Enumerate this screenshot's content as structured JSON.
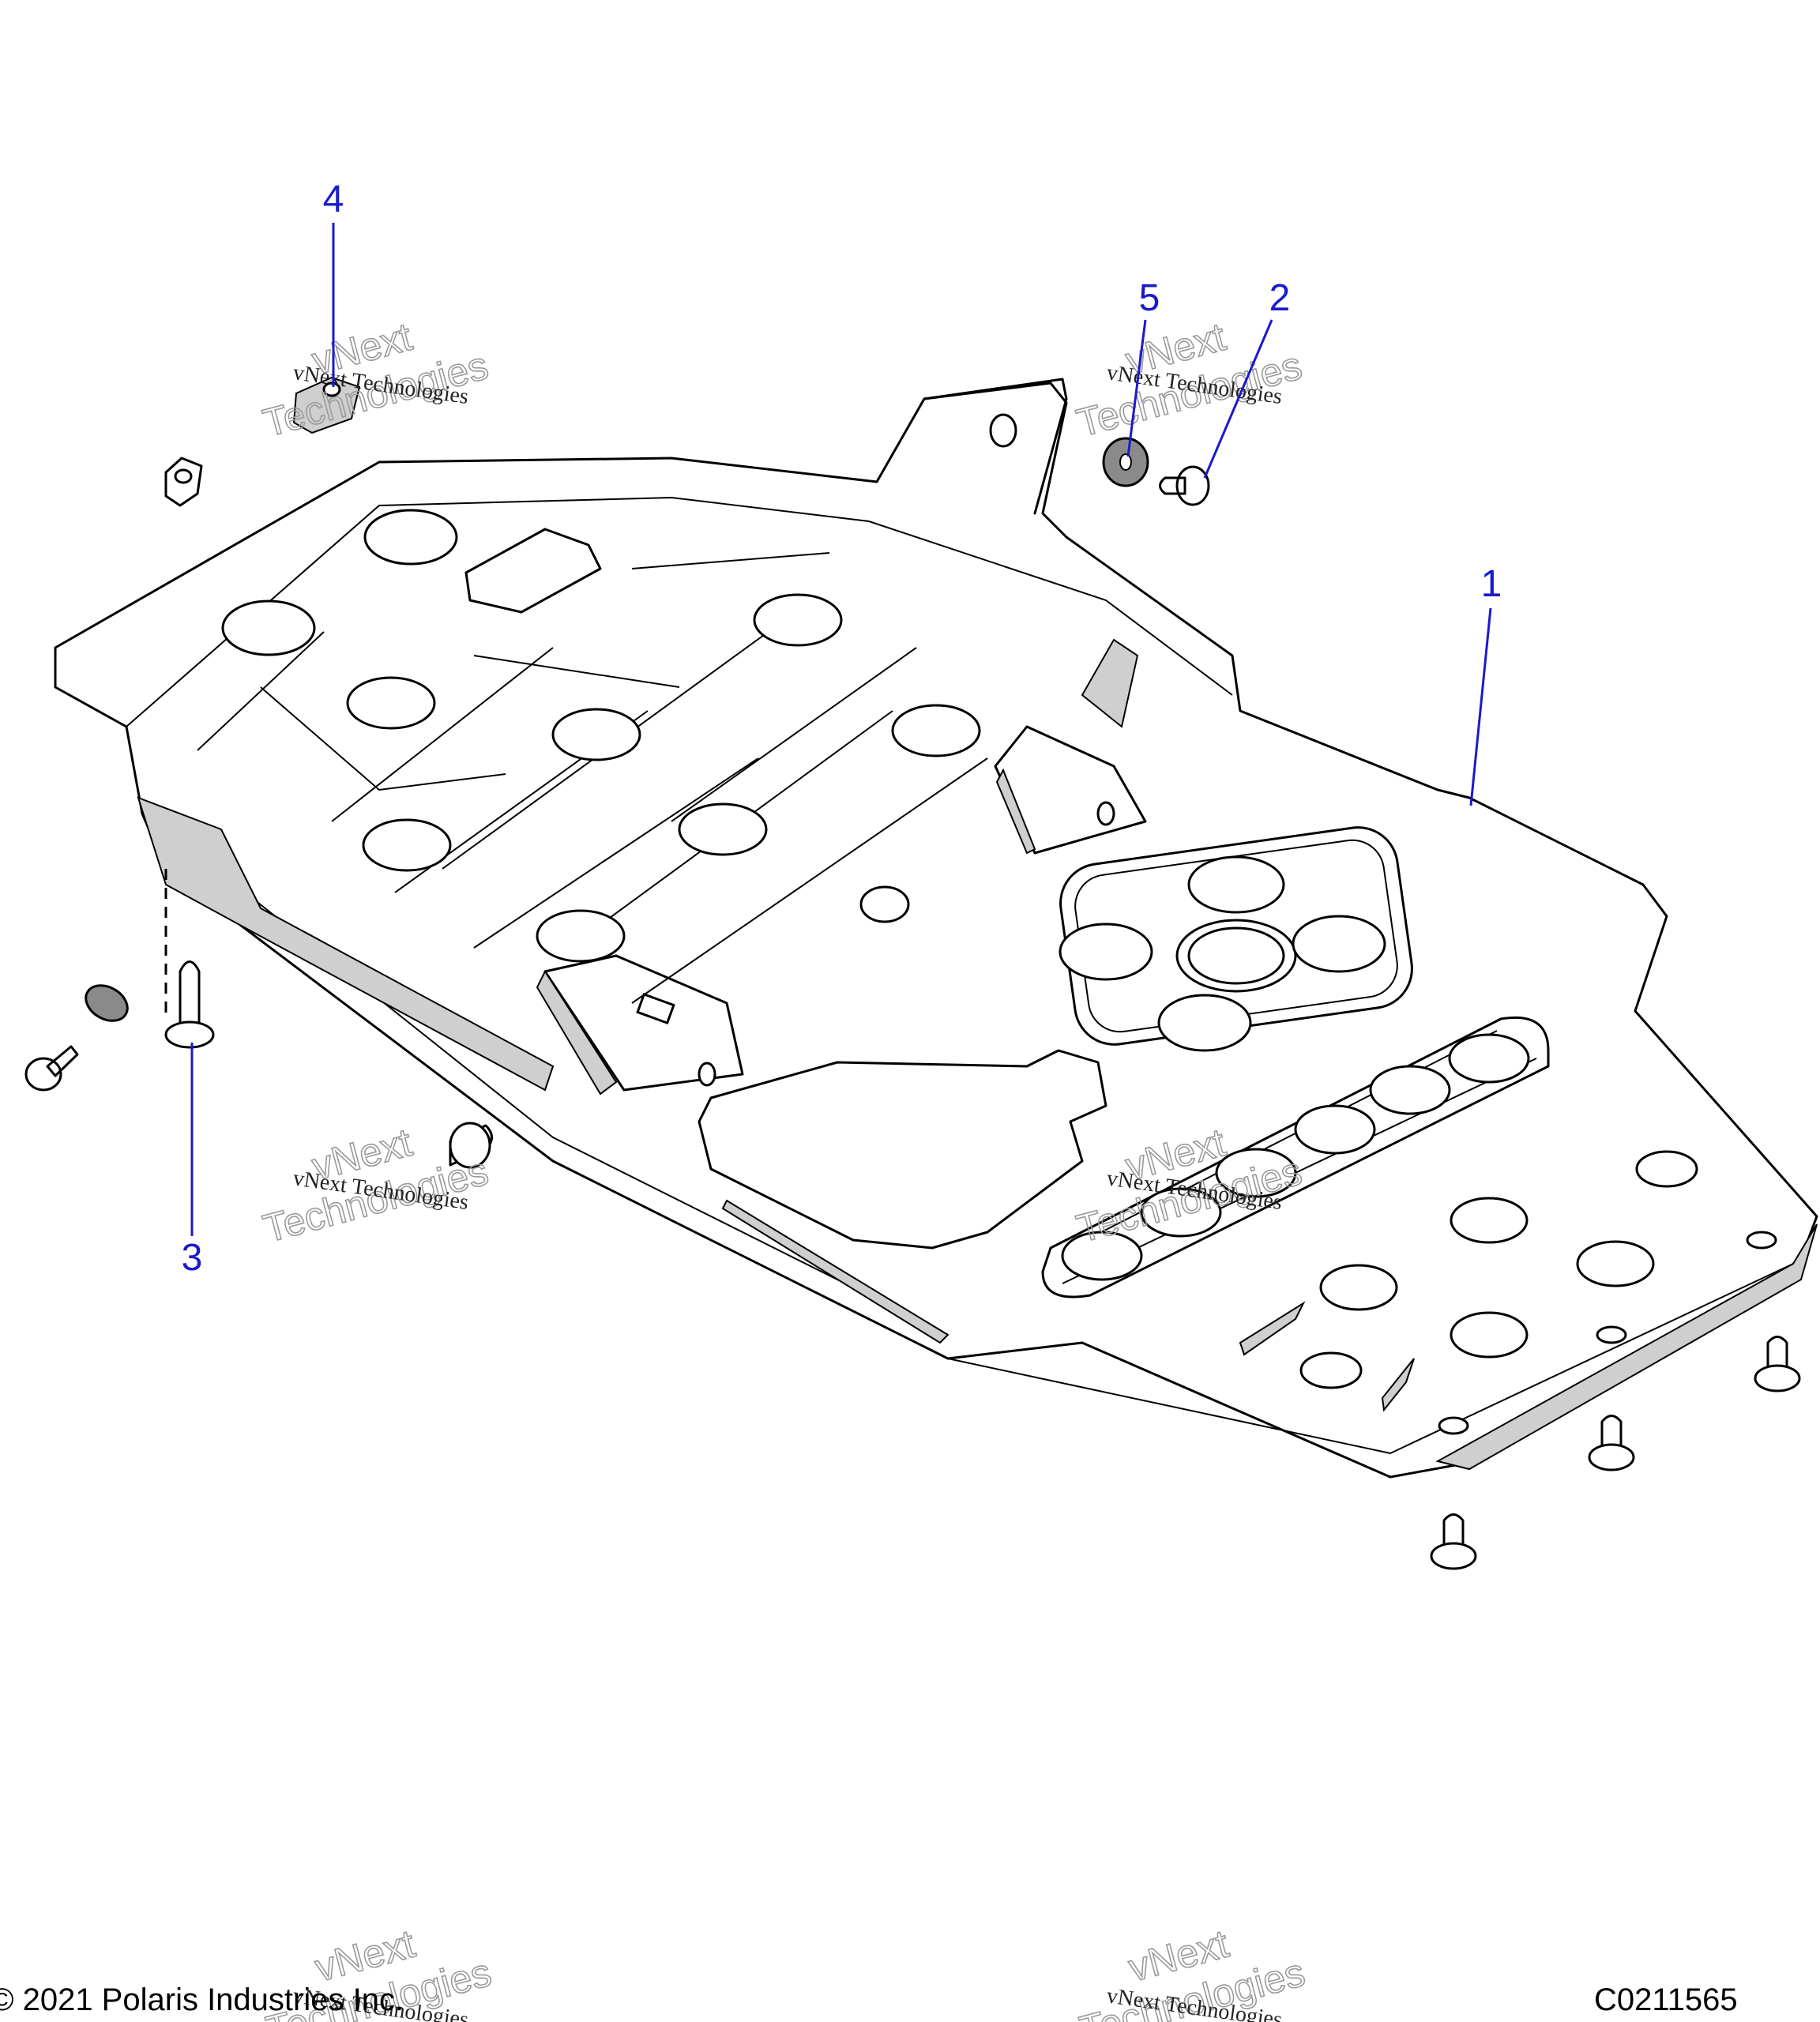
{
  "callouts": [
    {
      "id": "1",
      "label": "1"
    },
    {
      "id": "2",
      "label": "2"
    },
    {
      "id": "3",
      "label": "3"
    },
    {
      "id": "4",
      "label": "4"
    },
    {
      "id": "5",
      "label": "5"
    }
  ],
  "watermark": {
    "line1": "vNext",
    "line2": "Technologies",
    "small": "vNext Technologies"
  },
  "footer": {
    "copyright": "© 2021 Polaris Industries Inc.",
    "code": "C0211565"
  },
  "colors": {
    "callout": "#1a1acc",
    "line": "#000000",
    "watermark": "#9a9a9a"
  }
}
